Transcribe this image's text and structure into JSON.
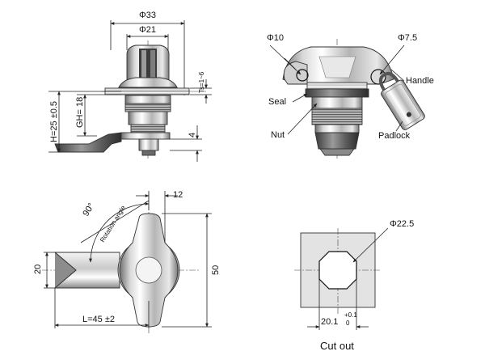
{
  "side_view": {
    "dia_33": "Φ33",
    "dia_21": "Φ21",
    "ts": "Ts=1~6",
    "h": "H=25 ±0.5",
    "gh": "GH= 18",
    "dim_4": "4"
  },
  "callout_view": {
    "dia_10": "Φ10",
    "dia_7_5": "Φ7.5",
    "handle": "Handle",
    "seal": "Seal",
    "nut": "Nut",
    "padlock": "Padlock"
  },
  "top_view": {
    "angle": "90°",
    "rotation": "Rotation angle",
    "dim_12": "12",
    "dim_20": "20",
    "dim_50": "50",
    "length": "L=45 ±2"
  },
  "cutout": {
    "dia": "Φ22.5",
    "width": "20.1",
    "tol_plus": "+0.1",
    "tol_minus": "0",
    "caption": "Cut out"
  }
}
